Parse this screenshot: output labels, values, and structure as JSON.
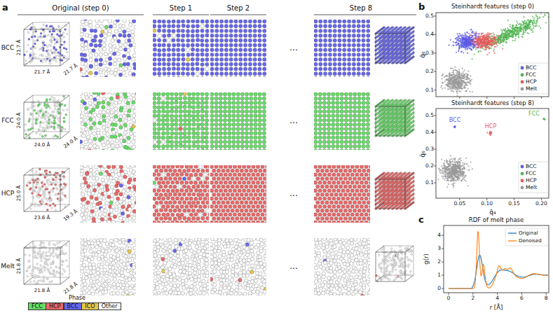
{
  "diagram": {
    "labels": [
      "a",
      "Original (step 0)",
      "Step 1",
      "Step 2",
      "Step 8",
      "BCC",
      "FCC",
      "HCP",
      "Melt",
      "…",
      "…",
      "…",
      "…",
      "21.7 Å",
      "21.7 Å",
      "21.7 Å",
      "24.0 Å",
      "24.0 Å",
      "24.0 Å",
      "25.0 Å",
      "23.6 Å",
      "19.3 Å",
      "21.8 Å",
      "21.8 Å",
      "21.8 Å",
      "Phase",
      "b",
      "Steinhardt features (step 0)",
      "0.1",
      "0.2",
      "0.3",
      "0.4",
      "0.5",
      "q̄₆",
      "Steinhardt features (step 8)",
      "0.1",
      "0.2",
      "0.3",
      "0.4",
      "0.5",
      "q̄₆",
      "BCC",
      "HCP",
      "FCC",
      "0.05",
      "0.10",
      "0.15",
      "0.20",
      "q̄₄",
      "c",
      "RDF of melt phase",
      "0",
      "1",
      "2",
      "3",
      "4",
      "g(r)",
      "0",
      "2",
      "4",
      "6",
      "8",
      "r [Å]"
    ],
    "legend": [
      {
        "text": "FCC",
        "color": "#66dd66"
      },
      {
        "text": "HCP",
        "color": "#ee6666"
      },
      {
        "text": "BCC",
        "color": "#6666ee"
      },
      {
        "text": "ICO",
        "color": "#e6c84a"
      },
      {
        "text": "Other",
        "color": "#ffffff"
      },
      {
        "text": "BCC",
        "color": "#5a5ae6"
      },
      {
        "text": "FCC",
        "color": "#4fb34f"
      },
      {
        "text": "HCP",
        "color": "#e65a5a"
      },
      {
        "text": "Melt",
        "color": "#9a9a9a"
      },
      {
        "text": "BCC",
        "color": "#5a5ae6"
      },
      {
        "text": "FCC",
        "color": "#4fb34f"
      },
      {
        "text": "HCP",
        "color": "#e65a5a"
      },
      {
        "text": "Melt",
        "color": "#9a9a9a"
      },
      {
        "text": "Original"
      },
      {
        "text": "Denoised"
      }
    ]
  }
}
